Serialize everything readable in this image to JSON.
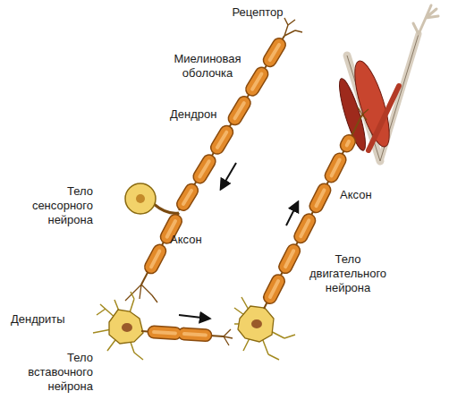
{
  "diagram": {
    "labels": [
      "Рецептор",
      "Миелиновая оболочка",
      "Дендрон",
      "Тело сенсорного нейрона",
      "Аксон",
      "Дендриты",
      "Тело вставочного нейрона",
      "Аксон",
      "Тело двигательного нейрона"
    ]
  }
}
